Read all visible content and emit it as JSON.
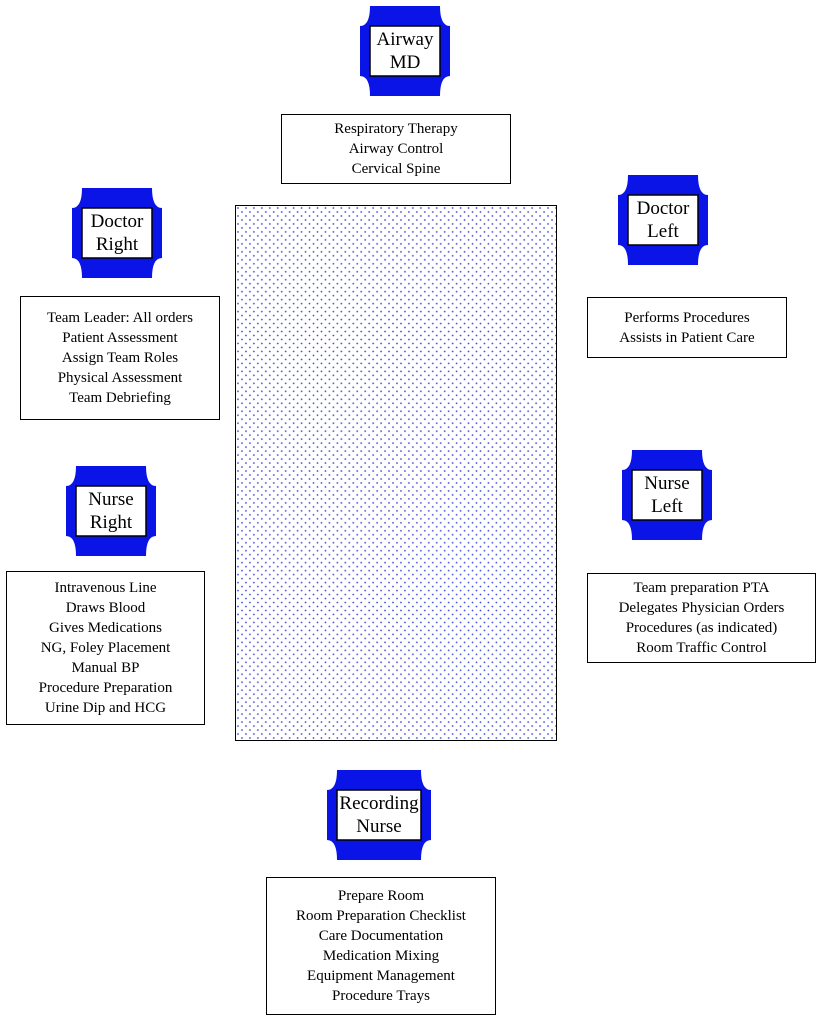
{
  "colors": {
    "accent": "#0a14e6",
    "outline": "#000000",
    "bed_dots": "#3a4bd8"
  },
  "stations": {
    "airway": {
      "lines": [
        "Airway",
        "MD"
      ]
    },
    "doctor_right": {
      "lines": [
        "Doctor",
        "Right"
      ]
    },
    "doctor_left": {
      "lines": [
        "Doctor",
        "Left"
      ]
    },
    "nurse_right": {
      "lines": [
        "Nurse",
        "Right"
      ]
    },
    "nurse_left": {
      "lines": [
        "Nurse",
        "Left"
      ]
    },
    "recording": {
      "lines": [
        "Recording",
        "Nurse"
      ]
    }
  },
  "duties": {
    "airway": [
      "Respiratory Therapy",
      "Airway Control",
      "Cervical Spine"
    ],
    "doctor_right": [
      "Team Leader:  All orders",
      "Patient Assessment",
      "Assign Team Roles",
      "Physical Assessment",
      "Team Debriefing"
    ],
    "doctor_left": [
      "Performs Procedures",
      "Assists in Patient Care"
    ],
    "nurse_right": [
      "Intravenous Line",
      "Draws Blood",
      "Gives Medications",
      "NG, Foley Placement",
      "Manual BP",
      "Procedure Preparation",
      "Urine Dip and HCG"
    ],
    "nurse_left": [
      "Team preparation PTA",
      "Delegates Physician Orders",
      "Procedures (as indicated)",
      "Room Traffic Control"
    ],
    "recording": [
      "Prepare Room",
      "Room Preparation Checklist",
      "Care Documentation",
      "Medication Mixing",
      "Equipment Management",
      "Procedure Trays"
    ]
  }
}
